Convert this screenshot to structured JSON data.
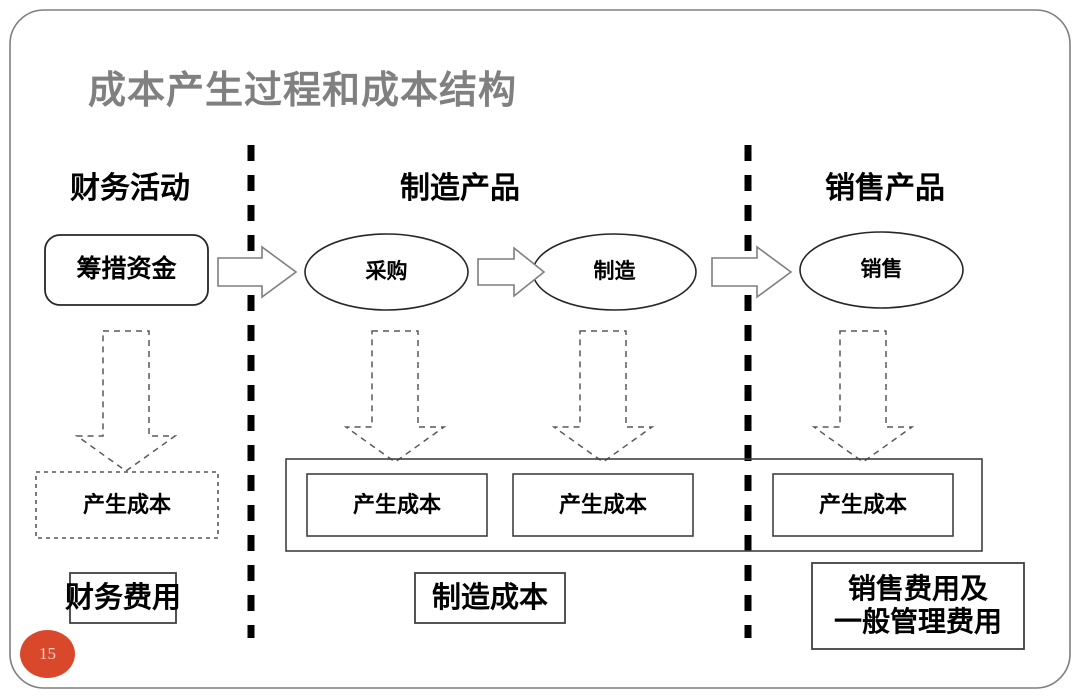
{
  "slide": {
    "title": "成本产生过程和成本结构",
    "title_color": "#808080",
    "page_number": "15",
    "badge_color": "#D9482B",
    "frame_color": "#7f7f7f",
    "background": "#ffffff"
  },
  "columns": [
    {
      "id": "finance",
      "heading": "财务活动"
    },
    {
      "id": "manufacture",
      "heading": "制造产品"
    },
    {
      "id": "sales",
      "heading": "销售产品"
    }
  ],
  "process_nodes": [
    {
      "id": "funds",
      "label": "筹措资金",
      "shape": "rounded-rect"
    },
    {
      "id": "purchase",
      "label": "采购",
      "shape": "ellipse"
    },
    {
      "id": "manufacture",
      "label": "制造",
      "shape": "ellipse"
    },
    {
      "id": "sales",
      "label": "销售",
      "shape": "ellipse"
    }
  ],
  "flow_arrows": [
    {
      "id": "funds-to-purchase",
      "direction": "right",
      "style": "solid"
    },
    {
      "id": "purchase-to-manufacture",
      "direction": "right",
      "style": "solid"
    },
    {
      "id": "manufacture-to-sales",
      "direction": "right",
      "style": "solid"
    }
  ],
  "down_arrows": [
    {
      "id": "funds-down",
      "direction": "down",
      "style": "dashed"
    },
    {
      "id": "purchase-down",
      "direction": "down",
      "style": "dashed"
    },
    {
      "id": "manufacture-down",
      "direction": "down",
      "style": "dashed"
    },
    {
      "id": "sales-down",
      "direction": "down",
      "style": "dashed"
    }
  ],
  "cost_boxes": [
    {
      "id": "cost-finance",
      "label": "产生成本",
      "border": "dashed",
      "grouped": false
    },
    {
      "id": "cost-purchase",
      "label": "产生成本",
      "border": "solid",
      "grouped": true
    },
    {
      "id": "cost-manufacture",
      "label": "产生成本",
      "border": "solid",
      "grouped": true
    },
    {
      "id": "cost-sales",
      "label": "产生成本",
      "border": "solid",
      "grouped": true
    }
  ],
  "footer_boxes": [
    {
      "id": "finance-expense",
      "label": "财务费用"
    },
    {
      "id": "manufacture-cost",
      "label": "制造成本"
    },
    {
      "id": "selling-admin-expense",
      "line1": "销售费用及",
      "line2": "一般管理费用"
    }
  ],
  "dividers": [
    {
      "id": "divider-left",
      "orientation": "vertical",
      "style": "dashed"
    },
    {
      "id": "divider-right",
      "orientation": "vertical",
      "style": "dashed"
    }
  ]
}
